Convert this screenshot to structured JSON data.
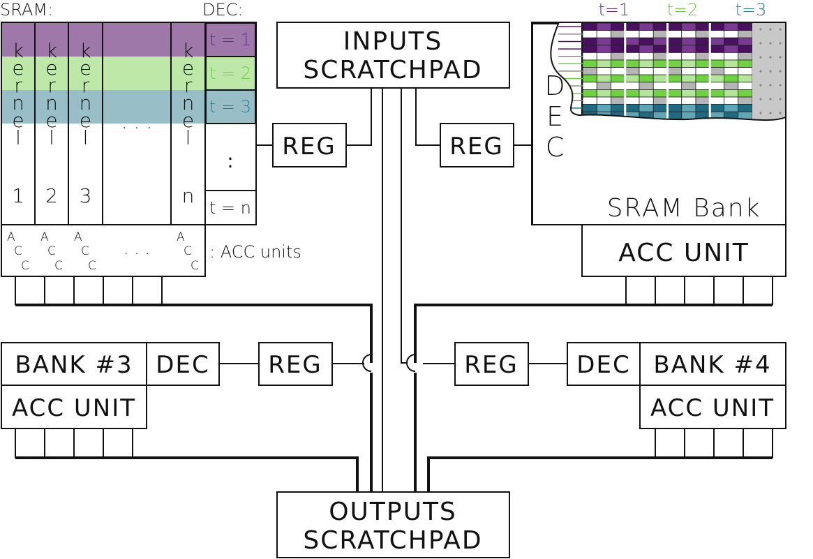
{
  "colors": {
    "t1": "#6a2c8a",
    "t2": "#6fcf4a",
    "t3": "#2b7f93",
    "band1": "#9e78a9",
    "band2": "#bde8a8",
    "band3": "#98bfc8",
    "t1_dark": "#4a1060",
    "t1_mid": "#7a3a93",
    "t2_bright": "#6fd240",
    "t2_light": "#b4e69a",
    "t3_dark": "#1f6c82",
    "t3_light": "#5ea7b6",
    "gray": "#b5b5b5"
  },
  "left_detail": {
    "sram_label": "SRAM:",
    "dec_label": "DEC:",
    "kernels": [
      {
        "letters": [
          "k",
          "e",
          "r",
          "n",
          "e",
          "l"
        ],
        "index": "1"
      },
      {
        "letters": [
          "k",
          "e",
          "r",
          "n",
          "e",
          "l"
        ],
        "index": "2"
      },
      {
        "letters": [
          "k",
          "e",
          "r",
          "n",
          "e",
          "l"
        ],
        "index": "3"
      },
      {
        "letters": [],
        "index": ""
      },
      {
        "letters": [
          "k",
          "e",
          "r",
          "n",
          "e",
          "l"
        ],
        "index": "n"
      }
    ],
    "ellipsis": ". . .",
    "dec_entries": [
      "t = 1",
      "t = 2",
      "t = 3",
      "t = n"
    ],
    "dec_vdots": ":",
    "acc_letters": [
      "A",
      "C",
      "C"
    ],
    "acc_ellipsis": ". . .",
    "acc_legend": ": ACC units"
  },
  "right_detail": {
    "time_labels": [
      "t=1",
      "t=2",
      "t=3"
    ],
    "dec_letters": [
      "D",
      "E",
      "C"
    ],
    "sram_bank": "SRAM Bank",
    "acc_unit": "ACC UNIT"
  },
  "blocks": {
    "inputs_line1": "INPUTS",
    "inputs_line2": "SCRATCHPAD",
    "outputs_line1": "OUTPUTS",
    "outputs_line2": "SCRATCHPAD",
    "reg": "REG",
    "dec": "DEC",
    "bank3": "BANK #3",
    "bank4": "BANK #4",
    "acc_unit": "ACC UNIT"
  }
}
